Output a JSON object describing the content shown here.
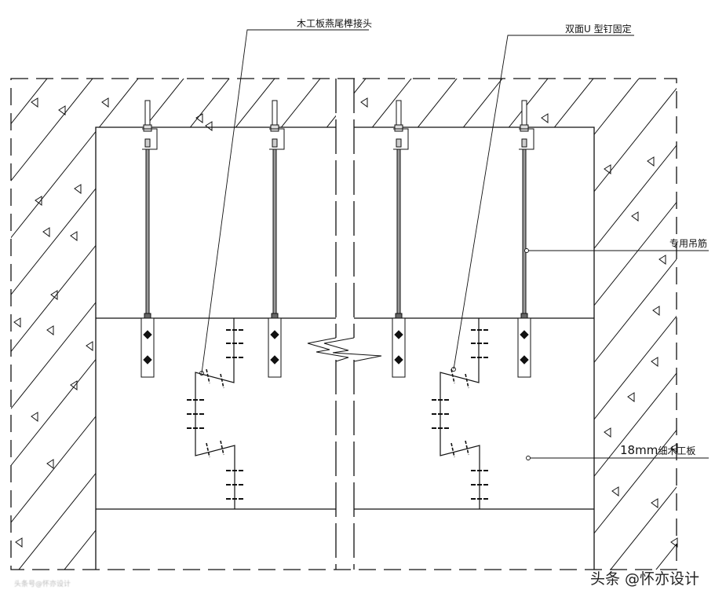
{
  "labels": {
    "dovetail_joint": "木工板燕尾榫接头",
    "u_nail": "双面U 型钉固定",
    "hanger_rod": "专用吊筋",
    "board": "18mm",
    "board_suffix": "细木工板"
  },
  "watermark": {
    "main": "头条 @怀亦设计",
    "small": "头条号@怀亦设计"
  },
  "colors": {
    "line": "#111111",
    "background": "#ffffff"
  }
}
